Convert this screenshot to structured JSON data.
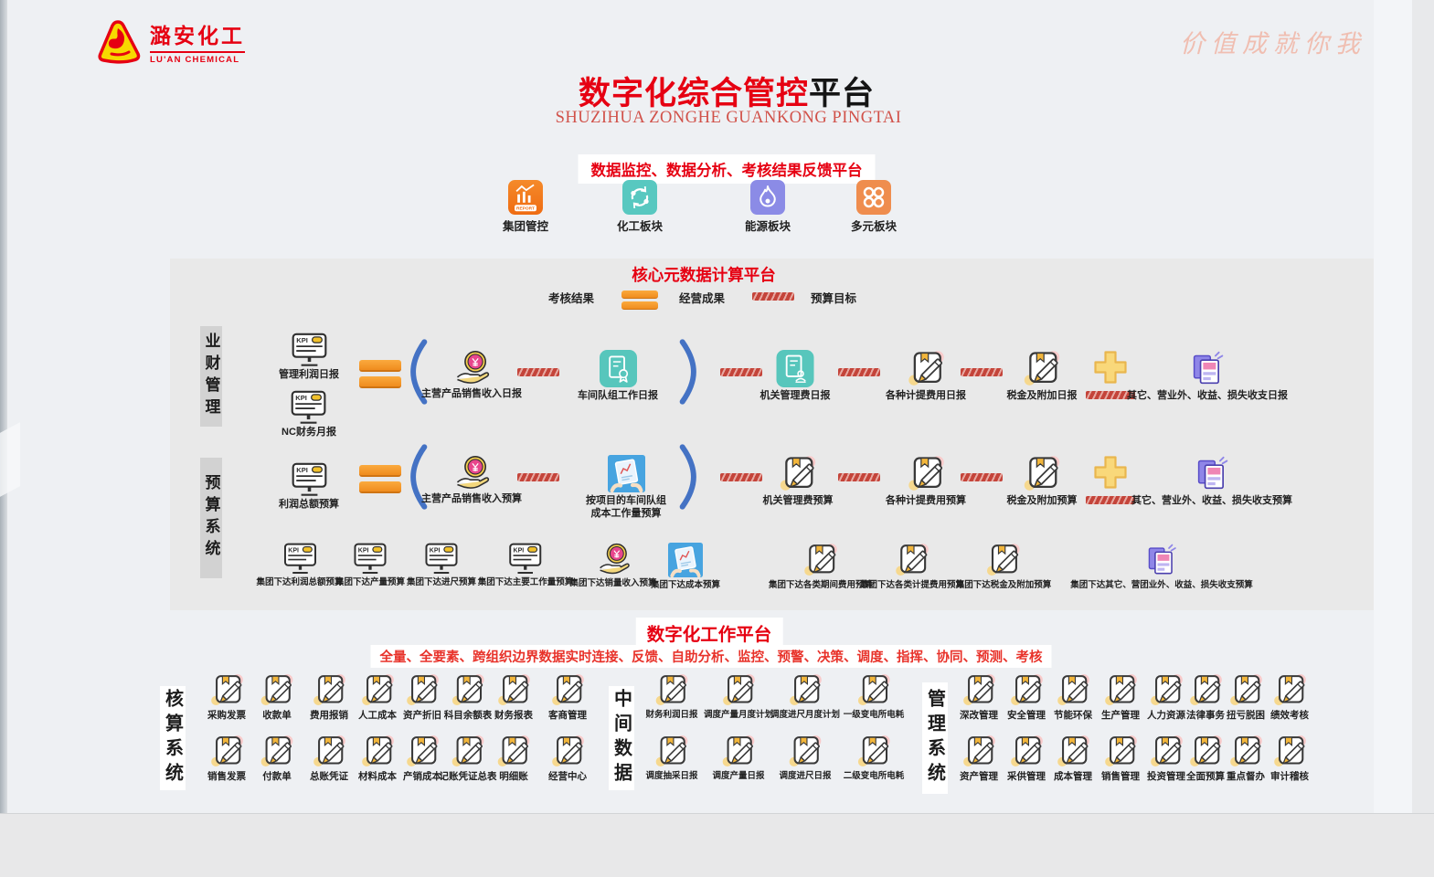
{
  "brand": {
    "name": "潞安化工",
    "name_en": "LU'AN CHEMICAL",
    "watermark": "价值成就你我"
  },
  "header": {
    "title_red": "数字化综合管控",
    "title_black": "平台",
    "subtitle_pinyin": "SHUZIHUA ZONGHE GUANKONG PINGTAI",
    "banner": "数据监控、数据分析、考核结果反馈平台"
  },
  "sectors": [
    {
      "icon": "report-icon",
      "label": "集团管控"
    },
    {
      "icon": "sync-icon",
      "label": "化工板块"
    },
    {
      "icon": "flame-icon",
      "label": "能源板块"
    },
    {
      "icon": "grid-icon",
      "label": "多元板块"
    }
  ],
  "core_panel": {
    "title": "核心元数据计算平台",
    "legend": [
      {
        "type": "label",
        "text": "考核结果"
      },
      {
        "type": "equals"
      },
      {
        "type": "label",
        "text": "经营成果"
      },
      {
        "type": "hatch"
      },
      {
        "type": "label",
        "text": "预算目标"
      }
    ],
    "row_business": {
      "side_label": "业财管理",
      "stack": [
        {
          "icon": "kpi-monitor-icon",
          "label": "管理利润日报"
        },
        {
          "icon": "kpi-monitor-icon",
          "label": "NC财务月报"
        }
      ],
      "flow": [
        {
          "type": "equals"
        },
        {
          "type": "paren-open"
        },
        {
          "type": "item",
          "icon": "coin-hand-icon",
          "label": "主营产品销售收入日报"
        },
        {
          "type": "hatch"
        },
        {
          "type": "item",
          "icon": "doc-award-icon",
          "label": "车间队组工作日报"
        },
        {
          "type": "paren-close"
        },
        {
          "type": "hatch"
        },
        {
          "type": "item",
          "icon": "doc-person-icon",
          "label": "机关管理费日报"
        },
        {
          "type": "hatch"
        },
        {
          "type": "item",
          "icon": "notebook-icon",
          "label": "各种计提费用日报"
        },
        {
          "type": "hatch"
        },
        {
          "type": "item",
          "icon": "notebook-icon",
          "label": "税金及附加日报"
        },
        {
          "type": "plus"
        },
        {
          "type": "item",
          "icon": "docs-stack-icon",
          "label": "其它、营业外、收益、损失收支日报"
        }
      ]
    },
    "row_budget": {
      "side_label": "预算系统",
      "stack": [
        {
          "icon": "kpi-monitor-icon",
          "label": "利润总额预算"
        }
      ],
      "flow": [
        {
          "type": "equals"
        },
        {
          "type": "paren-open"
        },
        {
          "type": "item",
          "icon": "coin-hand-icon",
          "label": "主营产品销售收入预算"
        },
        {
          "type": "hatch"
        },
        {
          "type": "item",
          "icon": "tablet-hands-icon",
          "label": "按项目的车间队组",
          "label2": "成本工作量预算"
        },
        {
          "type": "paren-close"
        },
        {
          "type": "hatch"
        },
        {
          "type": "item",
          "icon": "notebook-icon",
          "label": "机关管理费预算"
        },
        {
          "type": "hatch"
        },
        {
          "type": "item",
          "icon": "notebook-icon",
          "label": "各种计提费用预算"
        },
        {
          "type": "hatch"
        },
        {
          "type": "item",
          "icon": "notebook-icon",
          "label": "税金及附加预算"
        },
        {
          "type": "plus"
        },
        {
          "type": "item",
          "icon": "docs-stack-icon",
          "label": "其它、营业外、收益、损失收支预算"
        }
      ]
    },
    "row_group_targets": {
      "items": [
        {
          "icon": "kpi-monitor-icon",
          "label": "集团下达利润总额预算"
        },
        {
          "icon": "kpi-monitor-icon",
          "label": "集团下达产量预算"
        },
        {
          "icon": "kpi-monitor-icon",
          "label": "集团下达进尺预算"
        },
        {
          "icon": "kpi-monitor-icon",
          "label": "集团下达主要工作量预算"
        },
        {
          "icon": "coin-hand-icon",
          "label": "集团下达销量收入预算"
        },
        {
          "icon": "tablet-hands-icon",
          "label": "集团下达成本预算"
        },
        {
          "icon": "notebook-icon",
          "label": "集团下达各类期间费用预算"
        },
        {
          "icon": "notebook-icon",
          "label": "集团下达各类计提费用预算"
        },
        {
          "icon": "notebook-icon",
          "label": "集团下达税金及附加预算"
        },
        {
          "icon": "docs-stack-icon",
          "label": "集团下达其它、营团业外、收益、损失收支预算"
        }
      ]
    }
  },
  "work_platform": {
    "title": "数字化工作平台",
    "subtitle": "全量、全要素、跨组织边界数据实时连接、反馈、自助分析、监控、预警、决策、调度、指挥、协同、预测、考核"
  },
  "groups": {
    "accounting": {
      "side_label": "核算系统",
      "rows": [
        [
          "采购发票",
          "收款单",
          "费用报销",
          "人工成本",
          "资产折旧",
          "科目余额表",
          "财务报表",
          "客商管理"
        ],
        [
          "销售发票",
          "付款单",
          "总账凭证",
          "材料成本",
          "产销成本",
          "记账凭证总表",
          "明细账",
          "经营中心"
        ]
      ]
    },
    "middle": {
      "side_label": "中间数据",
      "rows": [
        [
          "财务利润日报",
          "调度产量月度计划",
          "调度进尺月度计划",
          "一级变电所电耗"
        ],
        [
          "调度抽采日报",
          "调度产量日报",
          "调度进尺日报",
          "二级变电所电耗"
        ]
      ]
    },
    "management": {
      "side_label": "管理系统",
      "rows": [
        [
          "深改管理",
          "安全管理",
          "节能环保",
          "生产管理",
          "人力资源",
          "法律事务",
          "扭亏脱困",
          "绩效考核"
        ],
        [
          "资产管理",
          "采供管理",
          "成本管理",
          "销售管理",
          "投资管理",
          "全面预算",
          "重点督办",
          "审计稽核"
        ]
      ]
    }
  },
  "colors": {
    "accent_red": "#e60012",
    "orange_equals": "#f59a23",
    "hatch_red": "#c4443a",
    "paren_blue": "#4472c4",
    "teal": "#57c6bc",
    "purple": "#8b8be6",
    "orange_icon": "#ef8d4e",
    "tablet_blue": "#47a4e0"
  }
}
